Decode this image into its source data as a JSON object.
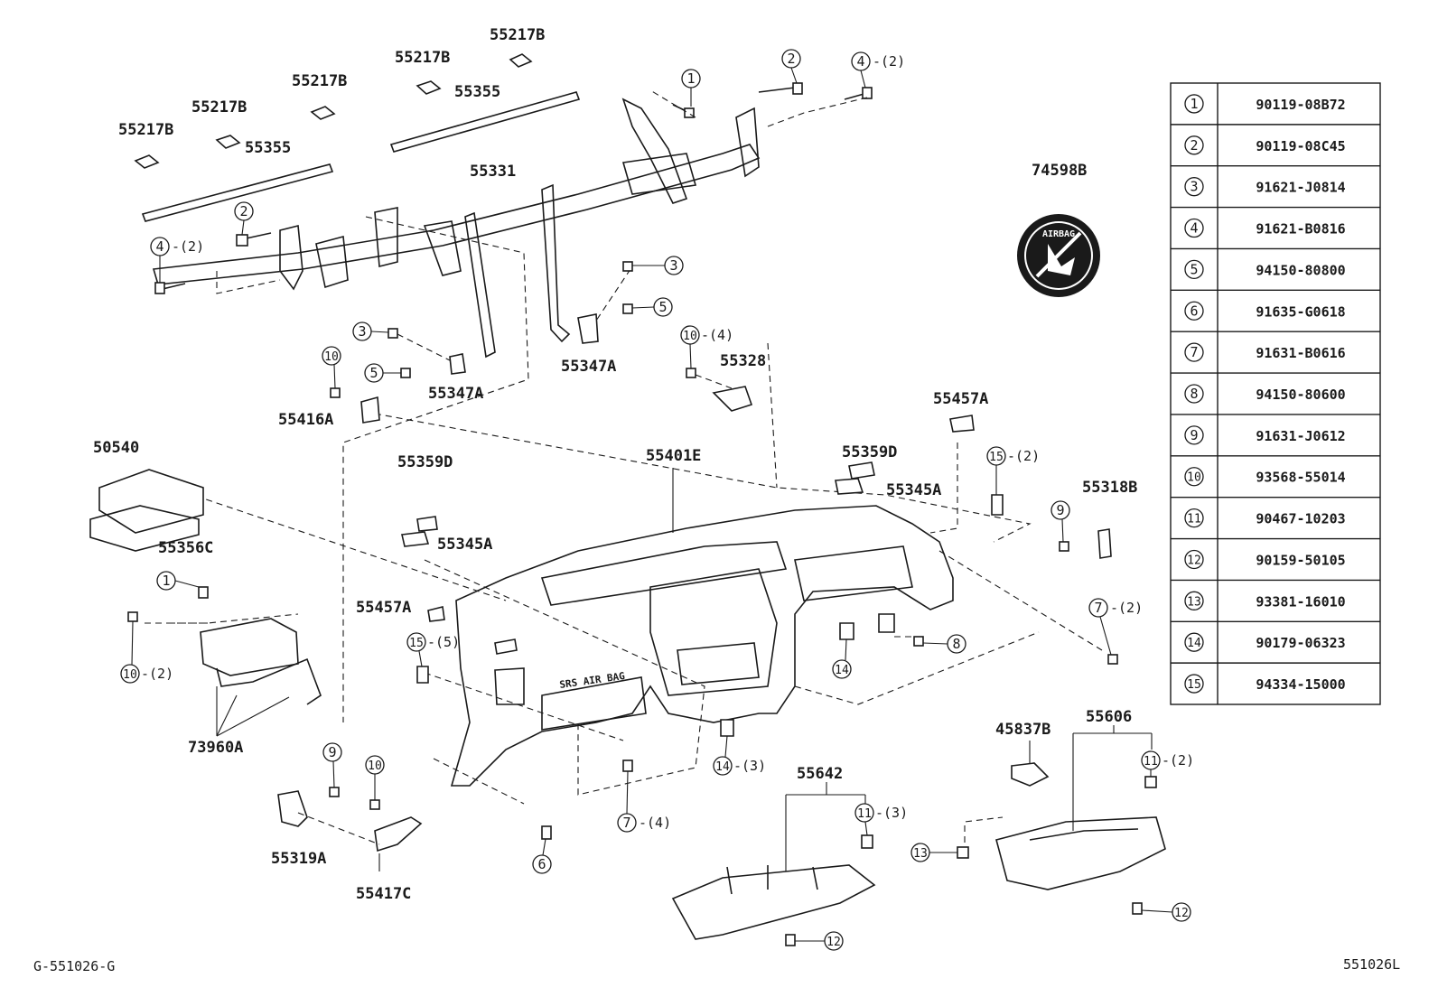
{
  "labels": {
    "p55217b_1": "55217B",
    "p55217b_2": "55217B",
    "p55217b_3": "55217B",
    "p55217b_4": "55217B",
    "p55217b_5": "55217B",
    "p55355_1": "55355",
    "p55355_2": "55355",
    "p55331": "55331",
    "p74598b": "74598B",
    "p55347a_1": "55347A",
    "p55347a_2": "55347A",
    "p55328": "55328",
    "p55416a": "55416A",
    "p55457a_1": "55457A",
    "p55457a_2": "55457A",
    "p50540": "50540",
    "p55356c": "55356C",
    "p55359d_1": "55359D",
    "p55359d_2": "55359D",
    "p55401e": "55401E",
    "p55345a_1": "55345A",
    "p55345a_2": "55345A",
    "p55318b": "55318B",
    "p73960a": "73960A",
    "p55319a": "55319A",
    "p55417c": "55417C",
    "p55642": "55642",
    "p45837b": "45837B",
    "p55606": "55606",
    "airbag_text": "AIRBAG",
    "srs_text": "SRS AIR BAG"
  },
  "callouts": {
    "c1_top": "1",
    "c2_top": "2",
    "c4_top": "4",
    "c4_top_qty": "-(2)",
    "c2_left": "2",
    "c4_left": "4",
    "c4_left_qty": "-(2)",
    "c3_right": "3",
    "c5_right": "5",
    "c3_left": "3",
    "c5_left": "5",
    "c10_left": "10",
    "c10_mid": "10",
    "c10_mid_qty": "-(4)",
    "c15_right": "15",
    "c15_right_qty": "-(2)",
    "c9_right": "9",
    "c7_right": "7",
    "c7_right_qty": "-(2)",
    "c8": "8",
    "c14_mid": "14",
    "c1_airbag": "1",
    "c10_airbag": "10",
    "c10_airbag_qty": "-(2)",
    "c15_left": "15",
    "c15_left_qty": "-(5)",
    "c14_low": "14",
    "c14_low_qty": "-(3)",
    "c7_low": "7",
    "c7_low_qty": "-(4)",
    "c9_low": "9",
    "c10_low": "10",
    "c6": "6",
    "c11_box": "11",
    "c11_box_qty": "-(3)",
    "c12_box": "12",
    "c11_right": "11",
    "c11_right_qty": "-(2)",
    "c13": "13",
    "c12_right": "12"
  },
  "parts_table": [
    {
      "ref": "1",
      "part": "90119-08B72"
    },
    {
      "ref": "2",
      "part": "90119-08C45"
    },
    {
      "ref": "3",
      "part": "91621-J0814"
    },
    {
      "ref": "4",
      "part": "91621-B0816"
    },
    {
      "ref": "5",
      "part": "94150-80800"
    },
    {
      "ref": "6",
      "part": "91635-G0618"
    },
    {
      "ref": "7",
      "part": "91631-B0616"
    },
    {
      "ref": "8",
      "part": "94150-80600"
    },
    {
      "ref": "9",
      "part": "91631-J0612"
    },
    {
      "ref": "10",
      "part": "93568-55014"
    },
    {
      "ref": "11",
      "part": "90467-10203"
    },
    {
      "ref": "12",
      "part": "90159-50105"
    },
    {
      "ref": "13",
      "part": "93381-16010"
    },
    {
      "ref": "14",
      "part": "90179-06323"
    },
    {
      "ref": "15",
      "part": "94334-15000"
    }
  ],
  "footer": {
    "left": "G-551026-G",
    "right": "551026L"
  }
}
